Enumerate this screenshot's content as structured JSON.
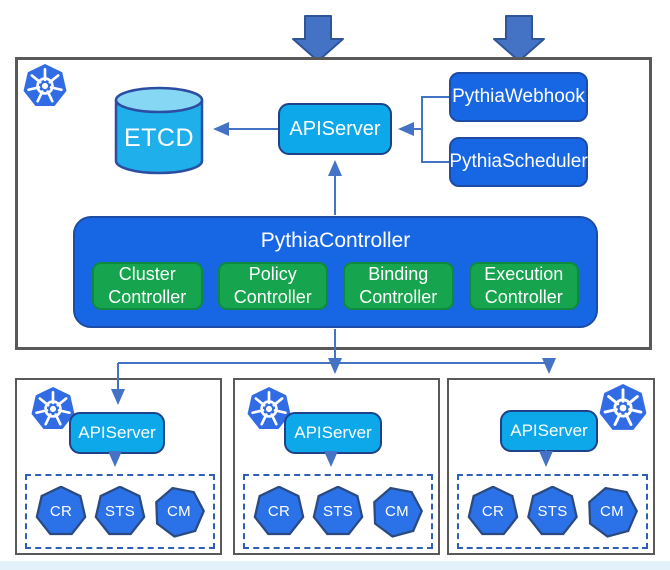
{
  "control_plane": {
    "etcd_label": "ETCD",
    "apiserver_label": "APIServer",
    "webhook_label": "PythiaWebhook",
    "scheduler_label": "PythiaScheduler",
    "controller_title": "PythiaController",
    "sub_controllers": [
      {
        "line1": "Cluster",
        "line2": "Controller"
      },
      {
        "line1": "Policy",
        "line2": "Controller"
      },
      {
        "line1": "Binding",
        "line2": "Controller"
      },
      {
        "line1": "Execution",
        "line2": "Controller"
      }
    ]
  },
  "clusters": [
    {
      "apiserver_label": "APIServer",
      "resources": [
        {
          "label": "CR"
        },
        {
          "label": "STS"
        },
        {
          "label": "CM"
        }
      ]
    },
    {
      "apiserver_label": "APIServer",
      "resources": [
        {
          "label": "CR"
        },
        {
          "label": "STS"
        },
        {
          "label": "CM"
        }
      ]
    },
    {
      "apiserver_label": "APIServer",
      "resources": [
        {
          "label": "CR"
        },
        {
          "label": "STS"
        },
        {
          "label": "CM"
        }
      ]
    }
  ],
  "icons": {
    "kubernetes": "kubernetes-helm-wheel-icon",
    "flow_arrow": "block-down-arrow-icon",
    "etcd_shape": "database-cylinder",
    "resource_shape": "heptagon"
  },
  "colors": {
    "kubernetes_blue": "#326CE5",
    "apiserver_cyan": "#0DA8E9",
    "royal_blue": "#1766E4",
    "controller_green": "#17A44E",
    "connector_blue": "#4472C4",
    "resource_blue": "#2B71E8",
    "frame_gray": "#595959",
    "etcd_top_cyan": "#85D7F3"
  }
}
